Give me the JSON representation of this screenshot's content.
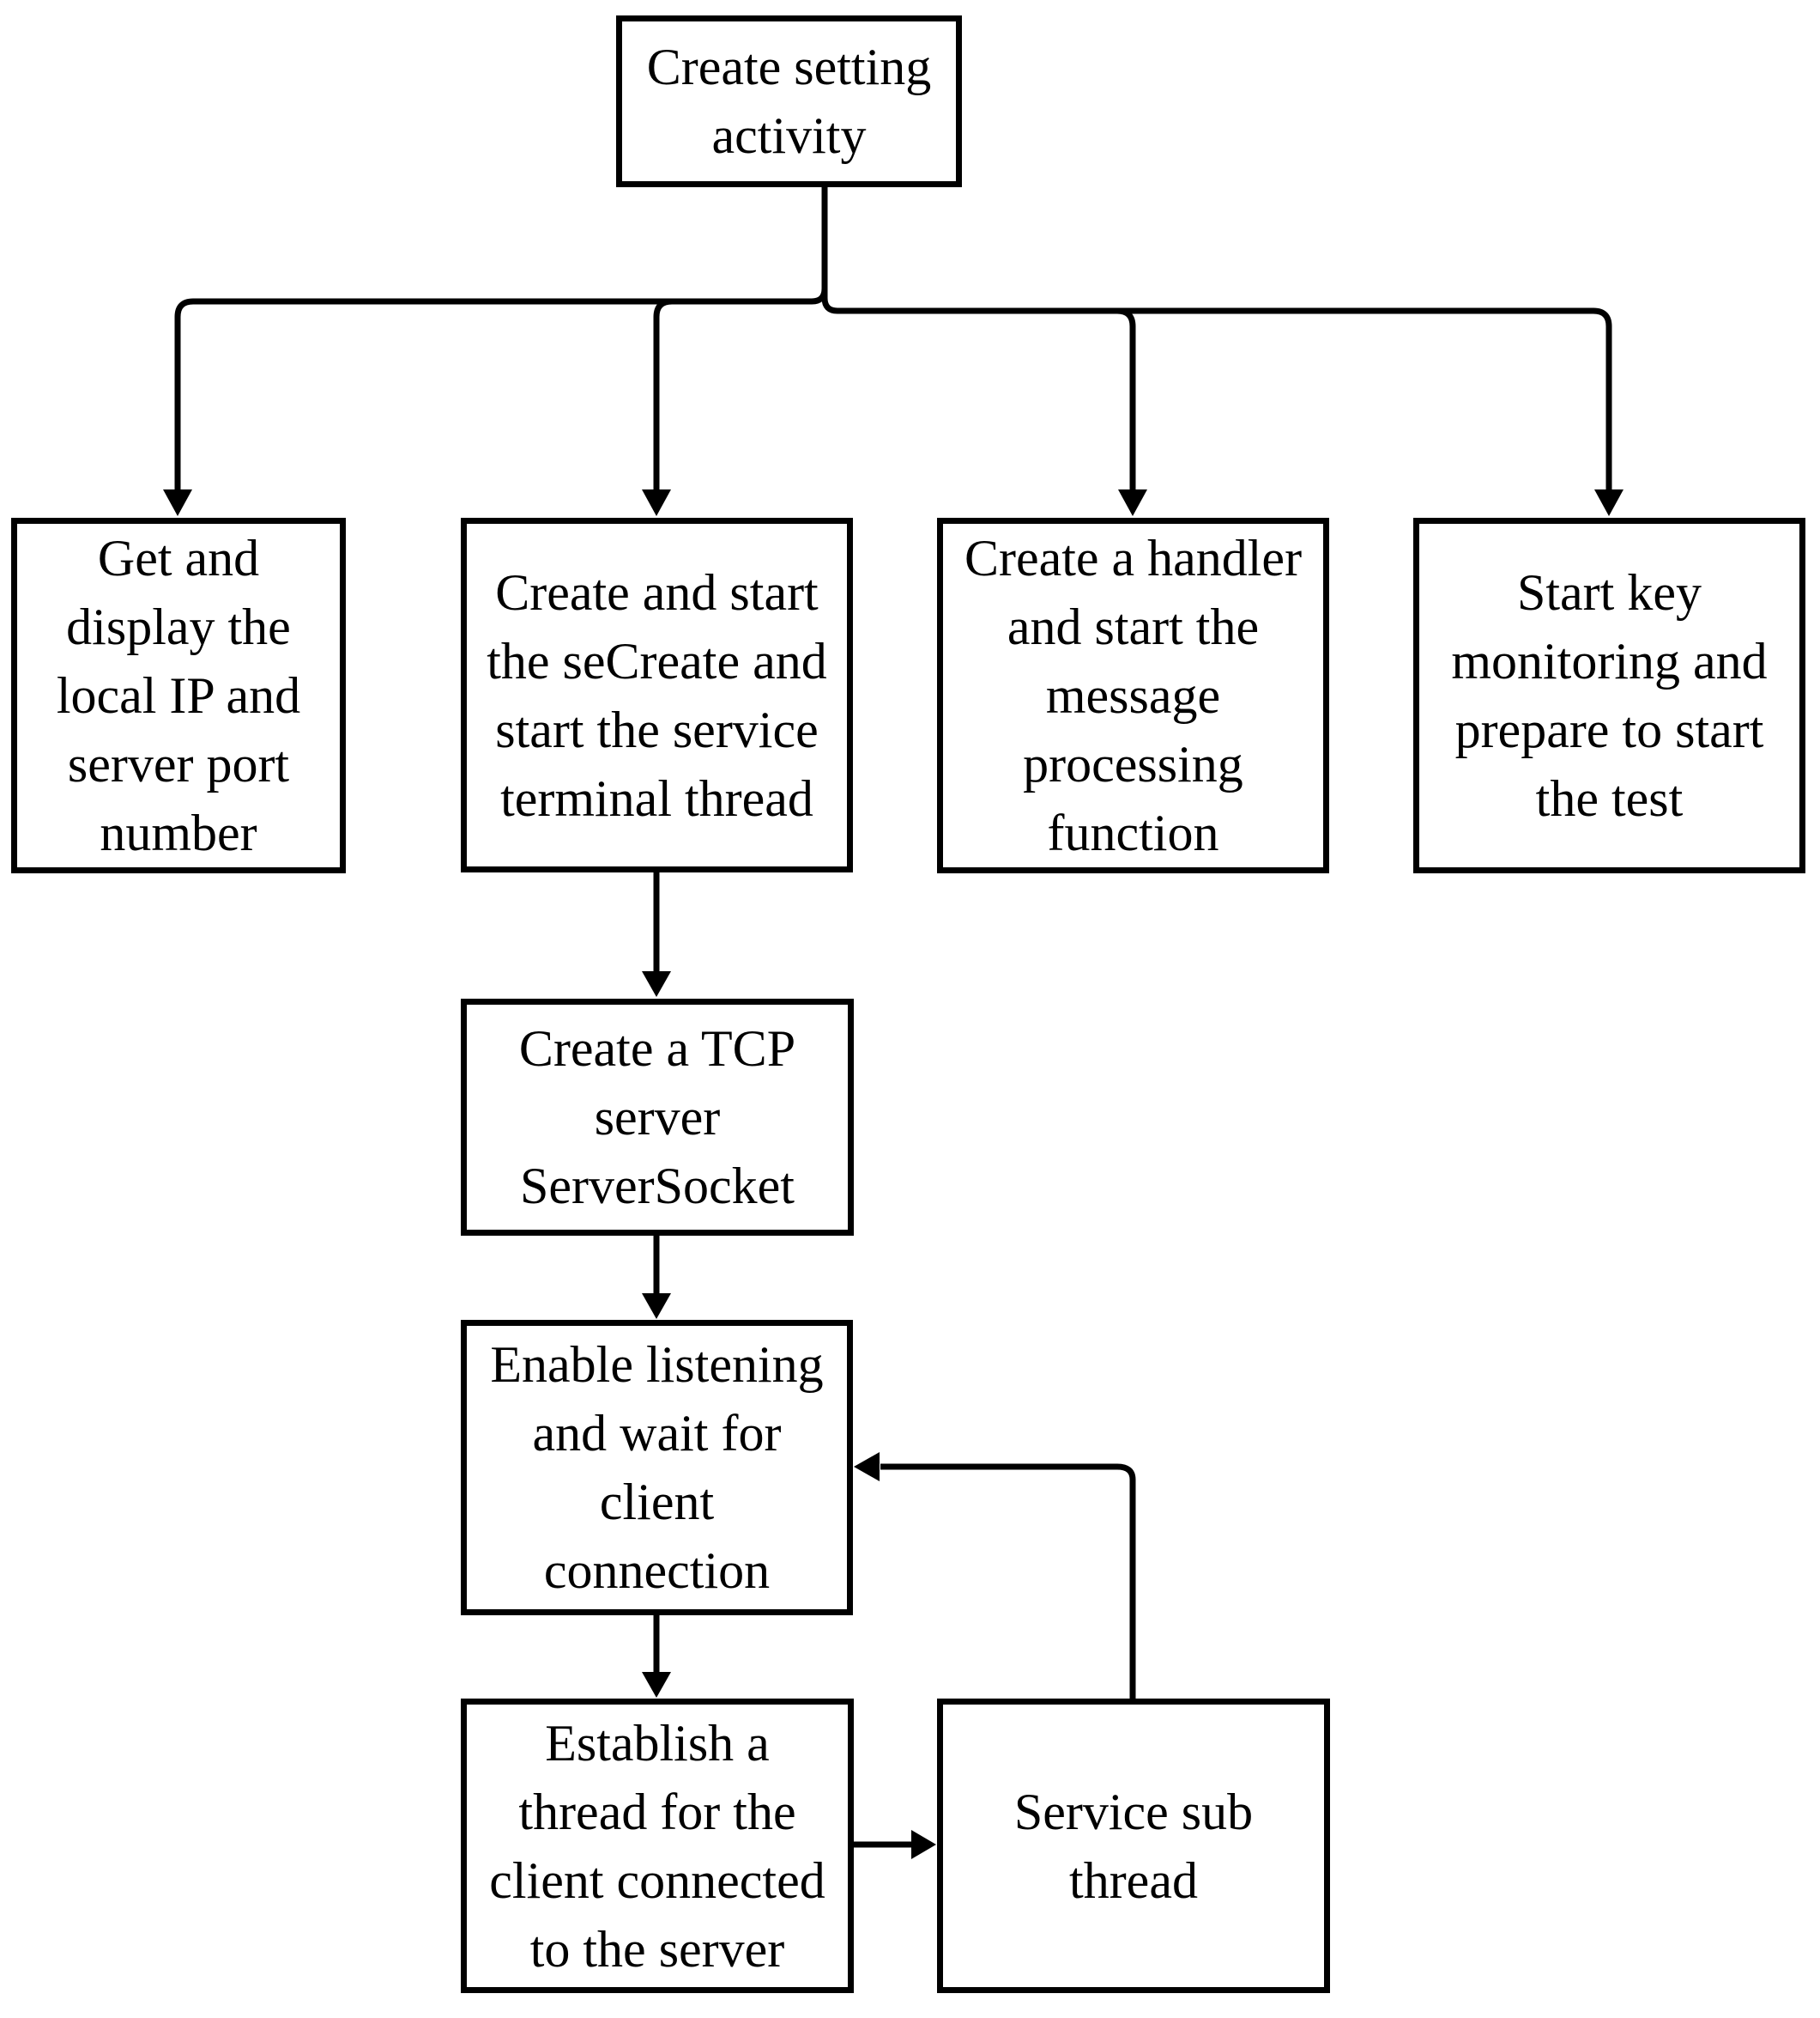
{
  "diagram": {
    "type": "flowchart",
    "colors": {
      "line": "#000000",
      "background": "#ffffff",
      "box_fill": "#ffffff",
      "text": "#000000"
    },
    "nodes": {
      "create_setting_activity": {
        "lines": [
          "Create setting",
          "activity"
        ]
      },
      "get_display_ip": {
        "lines": [
          "Get and",
          "display the",
          "local IP and",
          "server port",
          "number"
        ]
      },
      "create_start_service": {
        "lines": [
          "Create and start",
          "the seCreate and",
          "start the service",
          "terminal thread"
        ]
      },
      "create_handler": {
        "lines": [
          "Create a handler",
          "and start the",
          "message",
          "processing",
          "function"
        ]
      },
      "start_key_monitoring": {
        "lines": [
          "Start key",
          "monitoring and",
          "prepare to start",
          "the test"
        ]
      },
      "create_tcp_server": {
        "lines": [
          "Create a TCP",
          "server",
          "ServerSocket"
        ]
      },
      "enable_listening": {
        "lines": [
          "Enable listening",
          "and wait for",
          "client",
          "connection"
        ]
      },
      "establish_thread": {
        "lines": [
          "Establish a",
          "thread for the",
          "client connected",
          "to the server"
        ]
      },
      "service_sub_thread": {
        "lines": [
          "Service sub",
          "thread"
        ]
      }
    }
  }
}
